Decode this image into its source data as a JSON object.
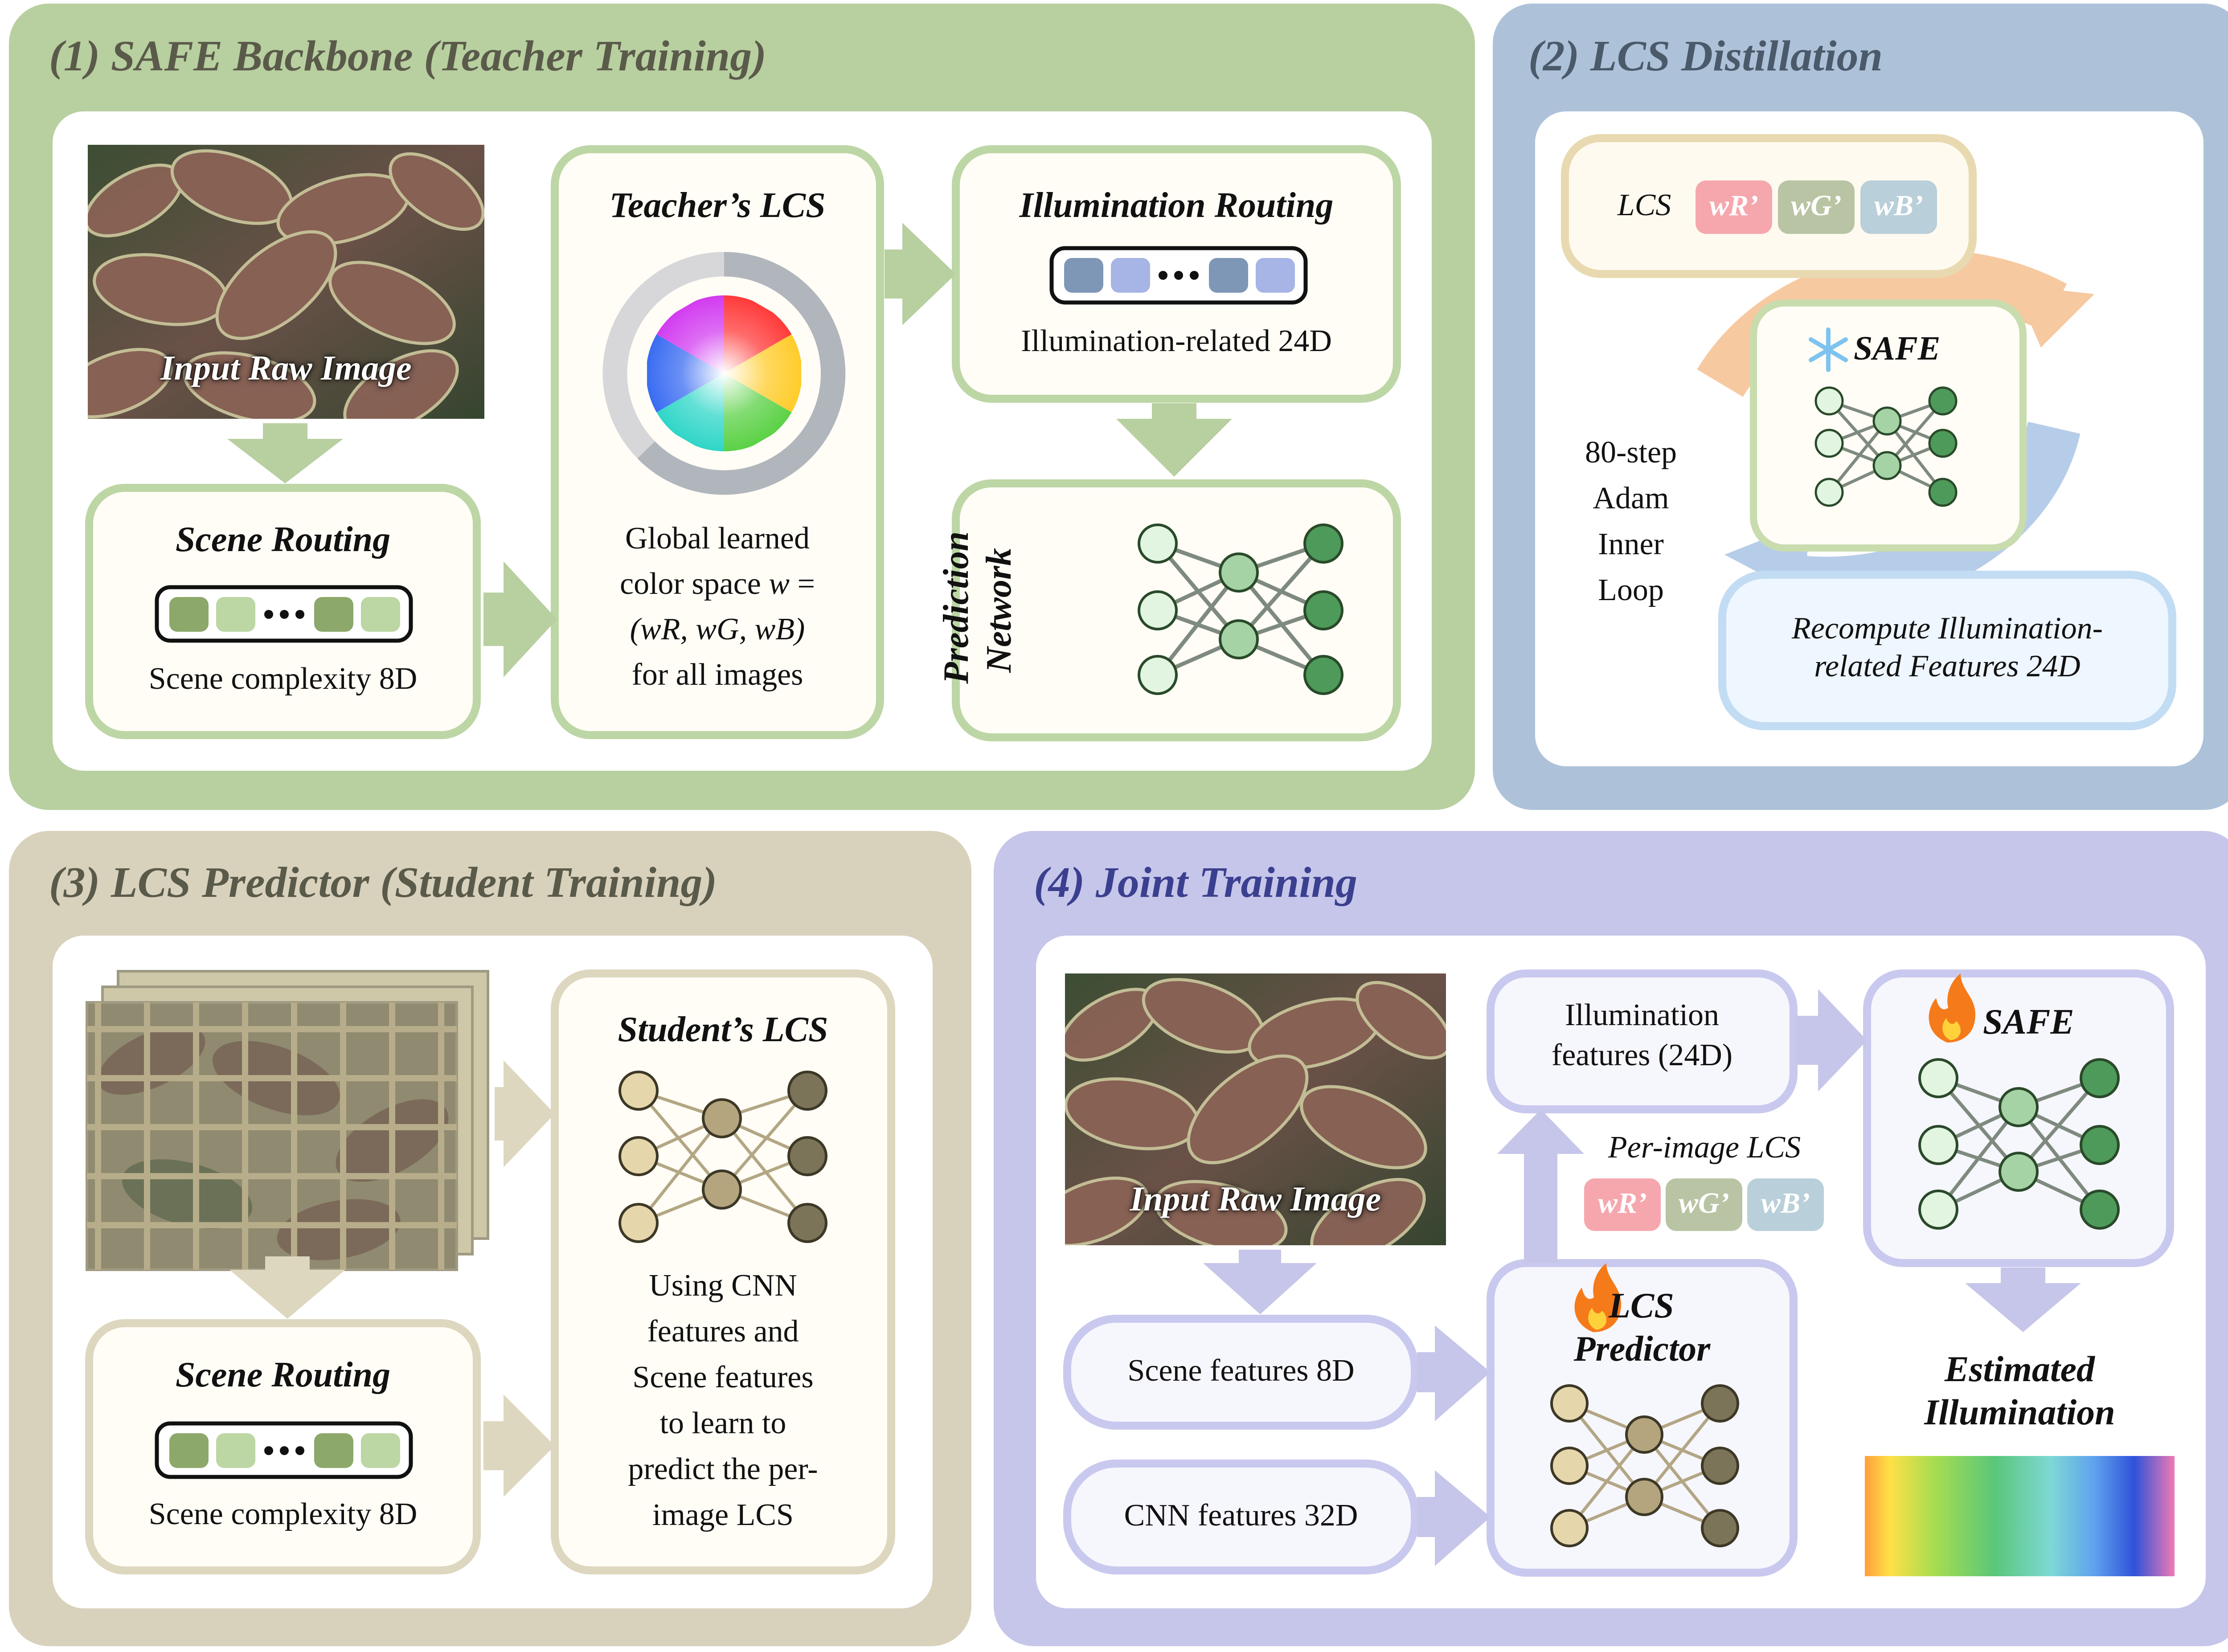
{
  "panel1": {
    "title": "(1) SAFE Backbone (Teacher Training)",
    "input_image_label": "Input Raw Image",
    "scene_routing": {
      "title": "Scene Routing",
      "caption": "Scene complexity 8D"
    },
    "teacher_lcs": {
      "title": "Teacher’s LCS",
      "desc_line1": "Global learned",
      "desc_line2": "color space",
      "desc_var": "w",
      "desc_eq": " =",
      "desc_line3": "(wR, wG, wB)",
      "desc_line4": "for all images"
    },
    "illumination_routing": {
      "title": "Illumination Routing",
      "caption": "Illumination-related 24D"
    },
    "prediction_network": {
      "line1": "Prediction",
      "line2": "Network"
    }
  },
  "panel2": {
    "title": "(2) LCS Distillation",
    "lcs_label": "LCS",
    "chips": [
      "wR’",
      "wG’",
      "wB’"
    ],
    "safe_label": "SAFE",
    "loop": [
      "80-step",
      "Adam",
      "Inner",
      "Loop"
    ],
    "recompute_line1": "Recompute Illumination-",
    "recompute_line2": "related Features 24D"
  },
  "panel3": {
    "title": "(3) LCS Predictor (Student Training)",
    "scene_routing": {
      "title": "Scene Routing",
      "caption": "Scene complexity 8D"
    },
    "student_lcs": {
      "title": "Student’s LCS",
      "desc": [
        "Using CNN",
        "features and",
        "Scene features",
        "to learn to",
        "predict the per-",
        "image LCS"
      ]
    }
  },
  "panel4": {
    "title": "(4) Joint Training",
    "input_image_label": "Input Raw Image",
    "illum_features_line1": "Illumination",
    "illum_features_line2": "features (24D)",
    "per_image_lcs": "Per-image LCS",
    "chips": [
      "wR’",
      "wG’",
      "wB’"
    ],
    "safe_label": "SAFE",
    "scene_features": "Scene features 8D",
    "cnn_features": "CNN features 32D",
    "lcs_predictor_line1": "LCS",
    "lcs_predictor_line2": "Predictor",
    "estimated_line1": "Estimated",
    "estimated_line2": "Illumination"
  },
  "colors": {
    "panel1_bg": "#b8cfa0",
    "panel2_bg": "#adc2d9",
    "panel3_bg": "#d8d2bd",
    "panel4_bg": "#c6c6ea",
    "panel4_title": "#3a3f8f",
    "green_border": "#bdd6a5",
    "beige_border": "#ddd7bf",
    "lavender_border": "#c9c9ef"
  }
}
